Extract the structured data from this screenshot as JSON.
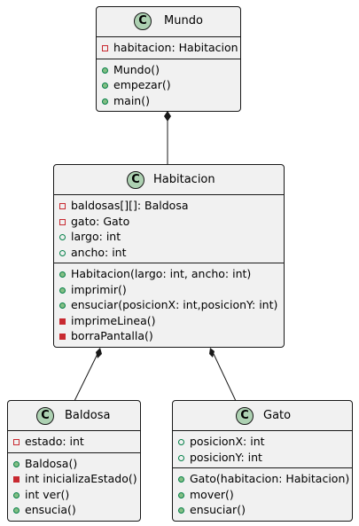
{
  "classes": {
    "mundo": {
      "name": "Mundo",
      "stereotype_letter": "C",
      "fields": [
        {
          "visibility": "private",
          "text": "habitacion: Habitacion"
        }
      ],
      "methods": [
        {
          "visibility": "public",
          "text": "Mundo()"
        },
        {
          "visibility": "public",
          "text": "empezar()"
        },
        {
          "visibility": "public",
          "text": "main()"
        }
      ]
    },
    "habitacion": {
      "name": "Habitacion",
      "stereotype_letter": "C",
      "fields": [
        {
          "visibility": "private",
          "text": "baldosas[][]: Baldosa"
        },
        {
          "visibility": "private",
          "text": "gato: Gato"
        },
        {
          "visibility": "public",
          "text": "largo: int"
        },
        {
          "visibility": "public",
          "text": "ancho: int"
        }
      ],
      "methods": [
        {
          "visibility": "public",
          "text": "Habitacion(largo: int, ancho: int)"
        },
        {
          "visibility": "public",
          "text": "imprimir()"
        },
        {
          "visibility": "public",
          "text": "ensuciar(posicionX: int,posicionY: int)"
        },
        {
          "visibility": "private",
          "text": "imprimeLinea()"
        },
        {
          "visibility": "private",
          "text": "borraPantalla()"
        }
      ]
    },
    "baldosa": {
      "name": "Baldosa",
      "stereotype_letter": "C",
      "fields": [
        {
          "visibility": "private",
          "text": "estado: int"
        }
      ],
      "methods": [
        {
          "visibility": "public",
          "text": "Baldosa()"
        },
        {
          "visibility": "private",
          "text": "int inicializaEstado()"
        },
        {
          "visibility": "public",
          "text": "int ver()"
        },
        {
          "visibility": "public",
          "text": "ensucia()"
        }
      ]
    },
    "gato": {
      "name": "Gato",
      "stereotype_letter": "C",
      "fields": [
        {
          "visibility": "public",
          "text": "posicionX: int"
        },
        {
          "visibility": "public",
          "text": "posicionY: int"
        }
      ],
      "methods": [
        {
          "visibility": "public",
          "text": "Gato(habitacion: Habitacion)"
        },
        {
          "visibility": "public",
          "text": "mover()"
        },
        {
          "visibility": "public",
          "text": "ensuciar()"
        }
      ]
    }
  },
  "relations": [
    {
      "type": "composition",
      "whole": "Mundo",
      "part": "Habitacion"
    },
    {
      "type": "composition",
      "whole": "Habitacion",
      "part": "Baldosa"
    },
    {
      "type": "composition",
      "whole": "Habitacion",
      "part": "Gato"
    }
  ],
  "colors": {
    "class_fill": "#f1f1f1",
    "border": "#181818",
    "class_circle": "#add1b2",
    "private": "#c82930",
    "public": "#038048"
  }
}
